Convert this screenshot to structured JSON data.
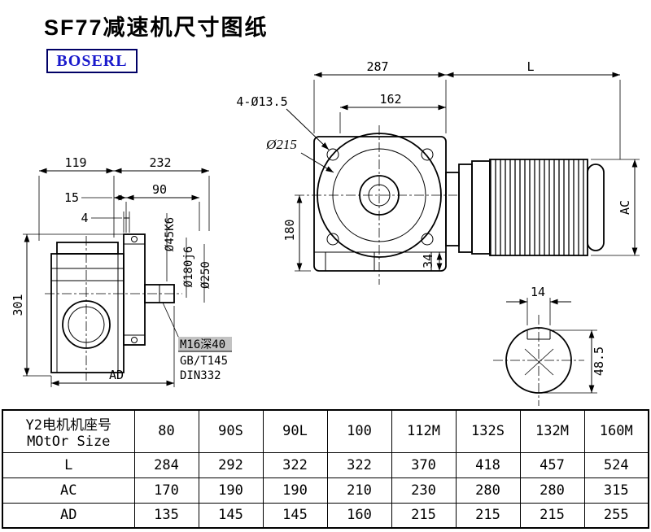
{
  "page": {
    "title": "SF77减速机尺寸图纸",
    "logo": "BOSERL"
  },
  "drawing": {
    "side": {
      "d119": "119",
      "d232": "232",
      "d15": "15",
      "d90": "90",
      "d4": "4",
      "d301": "301",
      "dAD": "AD",
      "shaft_dia": "Ø45K6",
      "spigot_dia": "Ø180j6",
      "flange_dia": "Ø250",
      "tap_note": "M16深40",
      "std_note": "GB/T145",
      "din_note": "DIN332"
    },
    "front": {
      "d287": "287",
      "dL": "L",
      "d162": "162",
      "bolt_holes": "4-Ø13.5",
      "flange_circle": "Ø215",
      "d180": "180",
      "d34": "34",
      "dAC": "AC"
    },
    "shaft": {
      "key_width": "14",
      "key_height": "48.5"
    }
  },
  "table": {
    "header_cn": "Y2电机机座号",
    "header_en": "MOtOr Size",
    "motor_sizes": [
      "80",
      "90S",
      "90L",
      "100",
      "112M",
      "132S",
      "132M",
      "160M"
    ],
    "rows": [
      {
        "label": "L",
        "values": [
          "284",
          "292",
          "322",
          "322",
          "370",
          "418",
          "457",
          "524"
        ]
      },
      {
        "label": "AC",
        "values": [
          "170",
          "190",
          "190",
          "210",
          "230",
          "280",
          "280",
          "315"
        ]
      },
      {
        "label": "AD",
        "values": [
          "135",
          "145",
          "145",
          "160",
          "215",
          "215",
          "215",
          "255"
        ]
      }
    ]
  }
}
